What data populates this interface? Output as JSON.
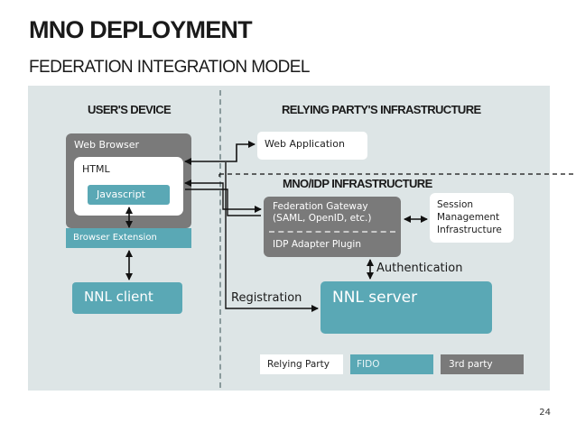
{
  "title": "MNO DEPLOYMENT",
  "subtitle": "FEDERATION INTEGRATION MODEL",
  "sections": {
    "users_device": "USER'S DEVICE",
    "relying_party": "RELYING PARTY'S INFRASTRUCTURE",
    "mno_idp": "MNO/IDP INFRASTRUCTURE"
  },
  "device": {
    "web_browser": "Web Browser",
    "html": "HTML",
    "javascript": "Javascript",
    "browser_extension": "Browser Extension",
    "nnl_client": "NNL client"
  },
  "infra": {
    "web_application": "Web Application",
    "federation_gateway_line1": "Federation Gateway",
    "federation_gateway_line2": "(SAML, OpenID, etc.)",
    "idp_adapter_plugin": "IDP Adapter Plugin",
    "session_line1": "Session",
    "session_line2": "Management",
    "session_line3": "Infrastructure",
    "authentication": "Authentication",
    "registration": "Registration",
    "nnl_server": "NNL server"
  },
  "legend": {
    "relying_party": "Relying Party",
    "fido": "FIDO",
    "third_party": "3rd party"
  },
  "page_number": "24",
  "colors": {
    "background_panel": "#dde5e6",
    "gray_box": "#7a7a7a",
    "teal_box": "#5aa8b5",
    "white_box": "#ffffff"
  }
}
